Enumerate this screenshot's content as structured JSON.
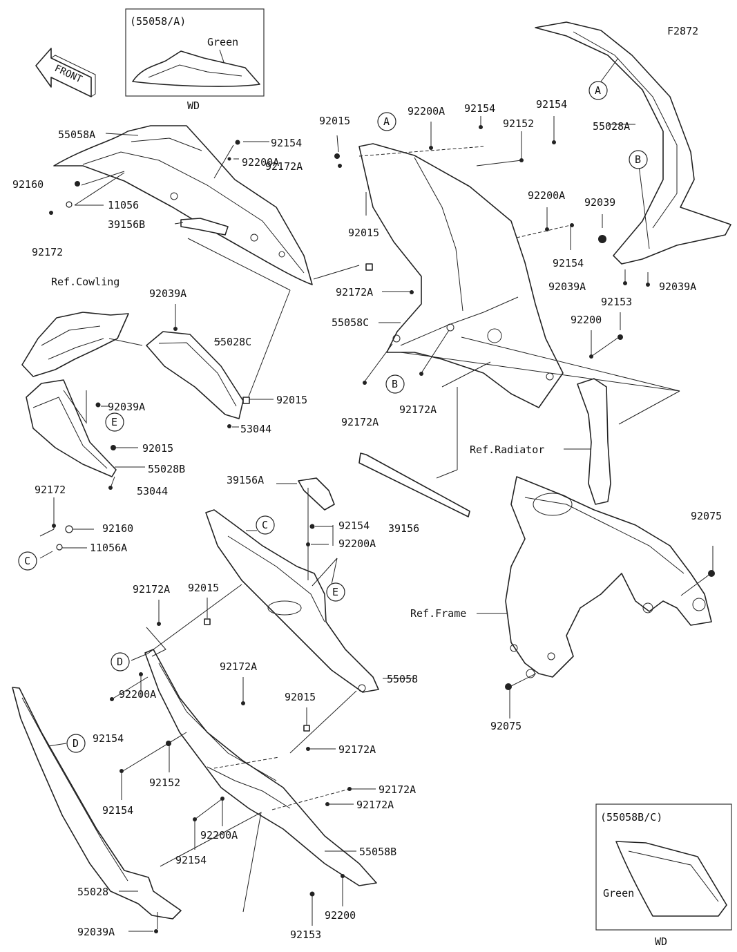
{
  "diagram_code": "F2872",
  "front_arrow": "FRONT",
  "inset_top": {
    "title": "(55058/A)",
    "color_label": "Green",
    "footer": "WD"
  },
  "inset_bottom": {
    "title": "(55058B/C)",
    "color_label": "Green",
    "footer": "WD"
  },
  "refs": {
    "cowling": "Ref.Cowling",
    "radiator": "Ref.Radiator",
    "frame": "Ref.Frame"
  },
  "callouts": [
    "A",
    "B",
    "C",
    "D",
    "E"
  ],
  "labels": {
    "p55058A": "55058A",
    "p92160_top": "92160",
    "p11056": "11056",
    "p92172_top": "92172",
    "p39156B": "39156B",
    "p92154_a": "92154",
    "p92200A_a": "92200A",
    "p92015_a": "92015",
    "p92200A_b": "92200A",
    "p92154_b": "92154",
    "p92154_c": "92154",
    "p92152_a": "92152",
    "p92172A_a": "92172A",
    "p92015_b": "92015",
    "p92200A_c": "92200A",
    "p55028A": "55028A",
    "p92039": "92039",
    "p92154_d": "92154",
    "p92039A_a": "92039A",
    "p92039A_b": "92039A",
    "p92153_a": "92153",
    "p92172A_b": "92172A",
    "p55058C": "55058C",
    "p92200_a": "92200",
    "p92172A_c": "92172A",
    "p92172A_d": "92172A",
    "p92039A_c": "92039A",
    "p55028C": "55028C",
    "p92039A_d": "92039A",
    "p92015_c": "92015",
    "p53044_a": "53044",
    "p92015_d": "92015",
    "p55028B": "55028B",
    "p53044_b": "53044",
    "p92172_b": "92172",
    "p92160_b": "92160",
    "p11056A": "11056A",
    "p39156A": "39156A",
    "p39156": "39156",
    "p92154_e": "92154",
    "p92200A_d": "92200A",
    "p92075_a": "92075",
    "p92075_b": "92075",
    "p92172A_e": "92172A",
    "p92015_e": "92015",
    "p92172A_f": "92172A",
    "p55058": "55058",
    "p92015_f": "92015",
    "p92200A_e": "92200A",
    "p92154_f": "92154",
    "p92152_b": "92152",
    "p92154_g": "92154",
    "p92172A_g": "92172A",
    "p92172A_h": "92172A",
    "p92172A_i": "92172A",
    "p92200A_f": "92200A",
    "p92154_h": "92154",
    "p55058B": "55058B",
    "p55028": "55028",
    "p92039A_e": "92039A",
    "p92153_b": "92153",
    "p92200_b": "92200"
  }
}
